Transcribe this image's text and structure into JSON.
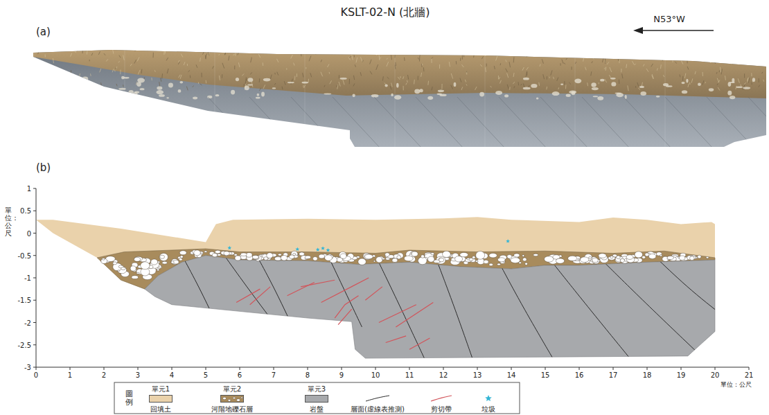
{
  "diagram": {
    "title": "KSLT-02-N (北牆)",
    "labels": [
      "(a)",
      "(b)",
      "N53°W",
      "單位：公尺",
      "1",
      "0.5",
      "0",
      "-0.5",
      "-1",
      "-1.5",
      "-2",
      "-2.5",
      "-3",
      "0",
      "1",
      "2",
      "3",
      "4",
      "5",
      "6",
      "7",
      "8",
      "9",
      "10",
      "11",
      "12",
      "13",
      "14",
      "15",
      "16",
      "17",
      "18",
      "19",
      "20",
      "21",
      "單位：公尺",
      "圖例",
      "單元1",
      "單元2",
      "單元3"
    ],
    "legend": [
      {
        "text": "回填土",
        "color": "#ead2ab"
      },
      {
        "text": "河階地礫石層",
        "color": "#a88b5c"
      },
      {
        "text": "岩盤",
        "color": "#a7a9ac"
      },
      {
        "text": "層面(虛線表推測)"
      },
      {
        "text": "剪切帶"
      },
      {
        "text": "垃圾"
      }
    ]
  }
}
